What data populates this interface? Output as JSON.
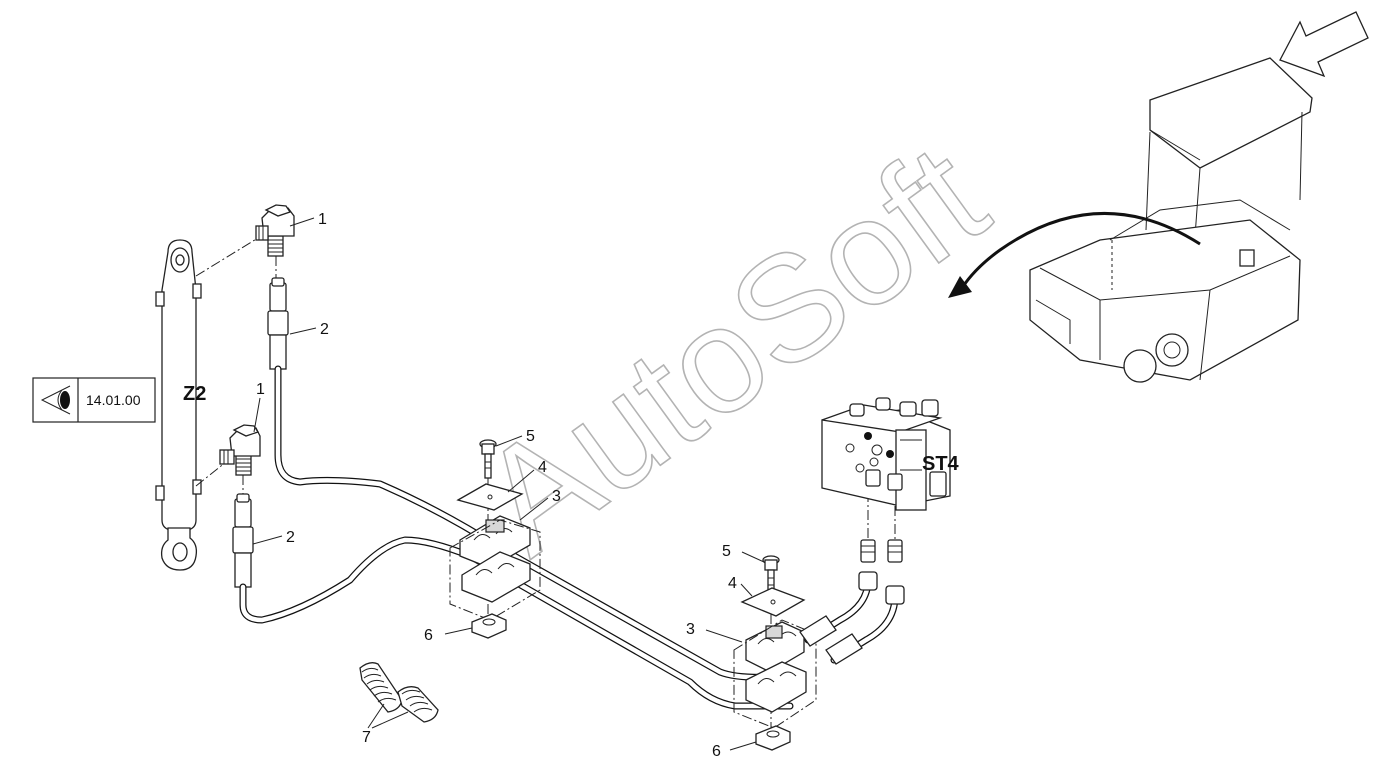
{
  "labels": {
    "z2": "Z2",
    "st4": "ST4",
    "reference": "14.01.00",
    "watermark": "AutoSoft"
  },
  "callouts": [
    {
      "id": "c1a",
      "text": "1"
    },
    {
      "id": "c2a",
      "text": "2"
    },
    {
      "id": "c1b",
      "text": "1"
    },
    {
      "id": "c2b",
      "text": "2"
    },
    {
      "id": "c5a",
      "text": "5"
    },
    {
      "id": "c4a",
      "text": "4"
    },
    {
      "id": "c3a",
      "text": "3"
    },
    {
      "id": "c6a",
      "text": "6"
    },
    {
      "id": "c5b",
      "text": "5"
    },
    {
      "id": "c4b",
      "text": "4"
    },
    {
      "id": "c3b",
      "text": "3"
    },
    {
      "id": "c6b",
      "text": "6"
    },
    {
      "id": "c7",
      "text": "7"
    }
  ],
  "colors": {
    "line": "#111111",
    "background": "#ffffff",
    "watermark": "#9a9a9a"
  }
}
